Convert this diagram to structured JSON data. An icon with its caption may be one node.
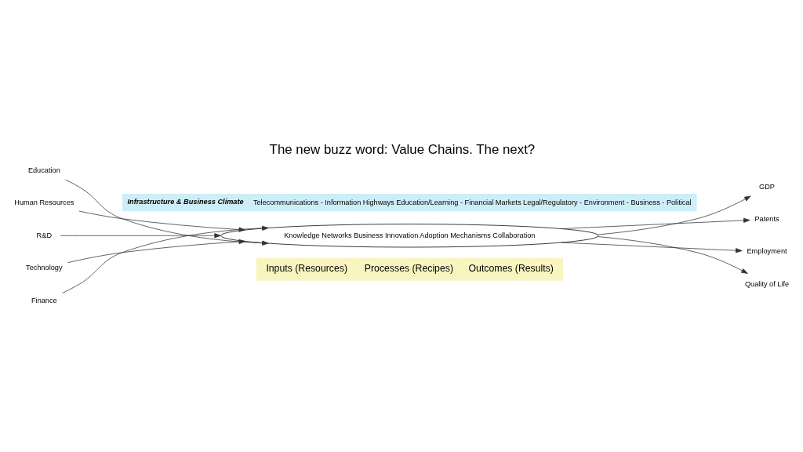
{
  "diagram": {
    "title": "The new buzz word: Value Chains. The next?",
    "nodes": [
      {
        "text": [
          "Infrastructure & Business Climate",
          "Telecommunications - Information Highways Education/Learning - Financial Markets Legal/Regulatory - Environment - Business - Political"
        ]
      },
      {
        "text": [
          "Education"
        ]
      },
      {
        "text": [
          "Human Resources"
        ]
      },
      {
        "text": [
          "R&D"
        ]
      },
      {
        "text": [
          "Technology"
        ]
      },
      {
        "text": [
          "Finance"
        ]
      },
      {
        "text": [
          "Knowledge Networks Business Innovation Adoption Mechanisms Collaboration"
        ]
      },
      {
        "text": [
          "GDP"
        ]
      },
      {
        "text": [
          "Patents"
        ]
      },
      {
        "text": [
          "Employment"
        ]
      },
      {
        "text": [
          "Quality of Life"
        ]
      },
      {
        "text": [
          "Inputs (Resources)",
          "Processes (Recipes)",
          "Outcomes (Results)"
        ]
      }
    ],
    "edges": [
      {
        "from": 1,
        "to": 6,
        "arrow": "to"
      },
      {
        "from": 2,
        "to": 6,
        "arrow": "to"
      },
      {
        "from": 3,
        "to": 6,
        "arrow": "to"
      },
      {
        "from": 4,
        "to": 6,
        "arrow": "to"
      },
      {
        "from": 5,
        "to": 6,
        "arrow": "to"
      },
      {
        "from": 6,
        "to": 7,
        "arrow": "to"
      },
      {
        "from": 6,
        "to": 8,
        "arrow": "to"
      },
      {
        "from": 6,
        "to": 9,
        "arrow": "to"
      },
      {
        "from": 6,
        "to": 10,
        "arrow": "to"
      }
    ]
  }
}
